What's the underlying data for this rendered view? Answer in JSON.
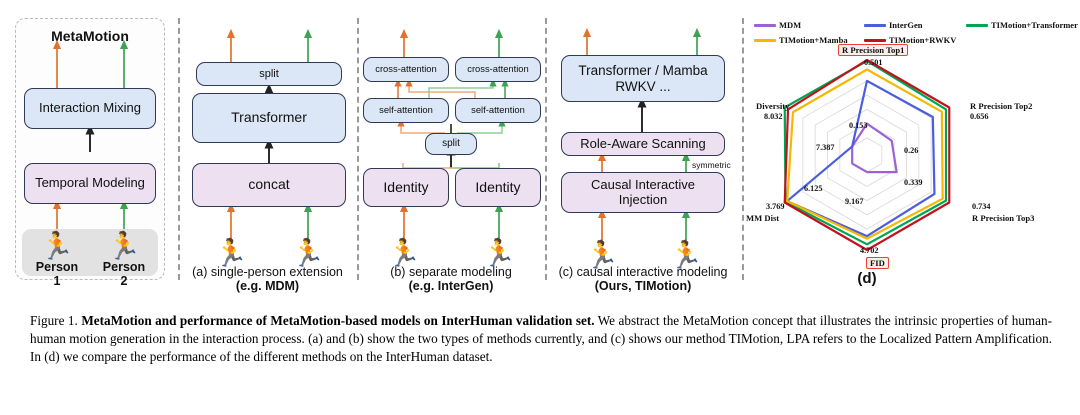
{
  "figure": {
    "metamotion": {
      "title": "MetaMotion",
      "boxes": [
        {
          "label": "Interaction Mixing",
          "color": "blue"
        },
        {
          "label": "Temporal Modeling",
          "color": "purple"
        }
      ],
      "person1": {
        "label": "Person 1",
        "icon": "running-person-icon",
        "color": "#e2722b"
      },
      "person2": {
        "label": "Person 2",
        "icon": "running-person-icon",
        "color": "#3da352"
      }
    },
    "panels": [
      {
        "id": "a",
        "caption_line1": "(a) single-person extension",
        "caption_line2": "(e.g. MDM)",
        "boxes": [
          {
            "label": "split",
            "color": "blue"
          },
          {
            "label": "Transformer",
            "color": "blue"
          },
          {
            "label": "concat",
            "color": "purple"
          }
        ]
      },
      {
        "id": "b",
        "caption_line1": "(b) separate modeling",
        "caption_line2": "(e.g. InterGen)",
        "boxes": [
          {
            "label": "cross-attention",
            "color": "blue"
          },
          {
            "label": "cross-attention",
            "color": "blue"
          },
          {
            "label": "self-attention",
            "color": "blue"
          },
          {
            "label": "self-attention",
            "color": "blue"
          },
          {
            "label": "split",
            "color": "blue"
          },
          {
            "label": "Identity",
            "color": "purple"
          },
          {
            "label": "Identity",
            "color": "purple"
          }
        ]
      },
      {
        "id": "c",
        "caption_line1": "(c) causal interactive modeling",
        "caption_line2": "(Ours, TIMotion)",
        "annotation": "symmetric",
        "boxes": [
          {
            "label": "Transformer / Mamba RWKV ...",
            "color": "blue"
          },
          {
            "label": "Role-Aware Scanning",
            "color": "purple"
          },
          {
            "label": "Causal Interactive Injection",
            "color": "purple"
          }
        ]
      }
    ]
  },
  "chart_data": {
    "type": "radar",
    "title": "(d)",
    "axes": [
      "R Precision Top1",
      "R Precision Top2",
      "R Precision Top3",
      "FID",
      "MM Dist",
      "Diversity"
    ],
    "axis_outer_values": [
      "0.501",
      "0.656",
      "0.734",
      "4.702",
      "3.769",
      "8.032"
    ],
    "axis_inner_values": [
      "0.153",
      "0.26",
      "0.339",
      "9.167",
      "6.125",
      "7.387"
    ],
    "highlighted_axes": [
      "R Precision Top1",
      "FID"
    ],
    "legend_position": "top",
    "series": [
      {
        "name": "MDM",
        "color": "#9b62d6",
        "values": [
          0.33,
          0.3,
          0.36,
          9.167,
          6.125,
          7.387
        ]
      },
      {
        "name": "InterGen",
        "color": "#4b5de0",
        "values": [
          0.78,
          0.8,
          0.82,
          5.5,
          3.85,
          6.6
        ]
      },
      {
        "name": "TIMotion+Transformer",
        "color": "#00a64f",
        "values": [
          0.99,
          0.96,
          0.96,
          0.94,
          0.99,
          1.0
        ]
      },
      {
        "name": "TIMotion+Mamba",
        "color": "#f5b800",
        "values": [
          0.9,
          0.91,
          0.92,
          0.88,
          0.97,
          0.9
        ]
      },
      {
        "name": "TIMotion+RWKV",
        "color": "#c1121f",
        "values": [
          1.0,
          1.0,
          1.0,
          1.0,
          1.0,
          0.96
        ]
      }
    ]
  },
  "caption": {
    "figure_number": "Figure 1.",
    "bold_title": "MetaMotion and performance of MetaMotion-based models on InterHuman validation set.",
    "body": "We abstract the MetaMotion concept that illustrates the intrinsic properties of human-human motion generation in the interaction process. (a) and (b) show the two types of methods currently, and (c) shows our method TIMotion, LPA refers to the Localized Pattern Amplification. In (d) we compare the performance of the different methods on the InterHuman dataset."
  }
}
